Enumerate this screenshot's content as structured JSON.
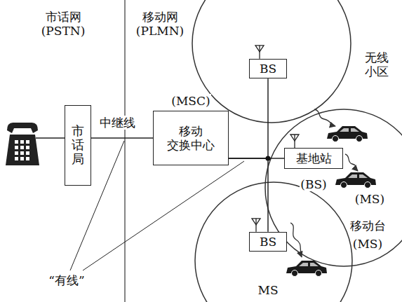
{
  "diagram": {
    "nodes": [
      {
        "text": [
          "市话局"
        ]
      },
      {
        "text": [
          "(MSC)",
          "移动 交换中心"
        ]
      },
      {
        "text": [
          "BS"
        ]
      },
      {
        "text": [
          "基地站",
          "(BS)"
        ]
      },
      {
        "text": [
          "BS"
        ]
      }
    ],
    "edges": [
      {
        "from": 0,
        "to": 1,
        "arrow": "none",
        "label": "中继线"
      },
      {
        "from": 1,
        "to": 2,
        "arrow": "none"
      },
      {
        "from": 1,
        "to": 3,
        "arrow": "none"
      },
      {
        "from": 1,
        "to": 4,
        "arrow": "none"
      }
    ],
    "labels": [
      "市话网 (PSTN)",
      "移动网 (PLMN)",
      "无线 小区",
      "(MS)",
      "移动台",
      "(MS)",
      "MS",
      "“有线”"
    ]
  }
}
